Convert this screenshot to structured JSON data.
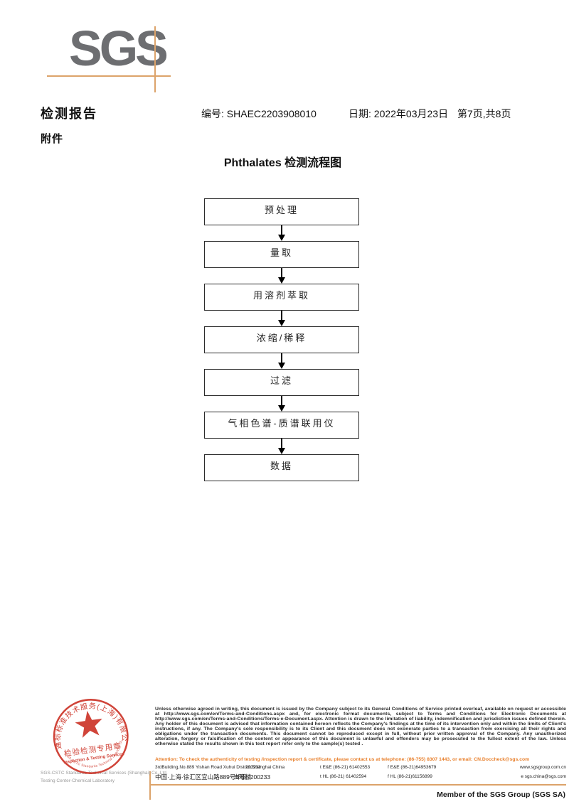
{
  "logo": {
    "text": "SGS"
  },
  "header": {
    "report_title": "检测报告",
    "report_no_label": "编号:",
    "report_no": "SHAEC2203908010",
    "date_label": "日期:",
    "date": "2022年03月23日",
    "page_info": "第7页,共8页",
    "attachment_label": "附件"
  },
  "flowchart": {
    "title": "Phthalates 检测流程图",
    "steps": [
      "预处理",
      "量取",
      "用溶剂萃取",
      "浓缩/稀释",
      "过滤",
      "气相色谱-质谱联用仪",
      "数据"
    ]
  },
  "footer": {
    "legal_text": "Unless otherwise agreed in writing, this document is issued by the Company subject to its General Conditions of Service printed overleaf, available on request or accessible at http://www.sgs.com/en/Terms-and-Conditions.aspx and, for electronic format documents, subject to Terms and Conditions for Electronic Documents at http://www.sgs.com/en/Terms-and-Conditions/Terms-e-Document.aspx. Attention is drawn to the limitation of liability, indemnification and jurisdiction issues defined therein. Any holder of this document is advised that information contained hereon reflects the Company's findings at the time of its intervention only and within the limits of Client's instructions, if any. The Company's sole responsibility is to its Client and this document does not exonerate parties to a transaction from exercising all their rights and obligations under the transaction documents. This document cannot be reproduced except in full, without prior written approval of the Company. Any unauthorized alteration, forgery or falsification of the content or appearance of this document is unlawful and offenders may be prosecuted to the fullest extent of the law. Unless otherwise stated the results shown in this test report refer only to the sample(s) tested .",
    "attention_text": "Attention: To check the authenticity of testing /inspection report & certificate, please contact us at telephone: (86-755) 8307 1443, or email: CN.Doccheck@sgs.com",
    "address_en": "3rdBuilding,No.889 Yishan Road Xuhui District,Shanghai China",
    "postcode_en": "200233",
    "tel_1": "t E&E (86-21) 61402553",
    "fax_1": "f E&E (86-21)64953679",
    "web": "www.sgsgroup.com.cn",
    "address_cn": "中国·上海·徐汇区宜山路889号3号楼",
    "postcode_cn": "邮编: 200233",
    "tel_2": "t HL (86-21) 61402594",
    "fax_2": "f HL (86-21)61156899",
    "email": "e sgs.china@sgs.com",
    "company_line1": "SGS-CSTC Standards Technical Services (Shanghai) Co.,Ltd.",
    "company_line2": "Testing Center-Chemical Laboratory",
    "member_text": "Member of the SGS Group (SGS SA)"
  },
  "stamp": {
    "arc_top": "通标标准技术服务(上海)有限公司",
    "seal_title": "检验检测专用章",
    "seal_subtitle": "Inspection & Testing Services",
    "arc_bottom": "SGS-CSTC Standards Technical Services (Shanghai) Co.,Ltd."
  },
  "colors": {
    "accent_tan": "#dca36a",
    "stamp_red": "#cd3529",
    "attention_orange": "#e8802d",
    "logo_gray": "#6d6e71"
  }
}
